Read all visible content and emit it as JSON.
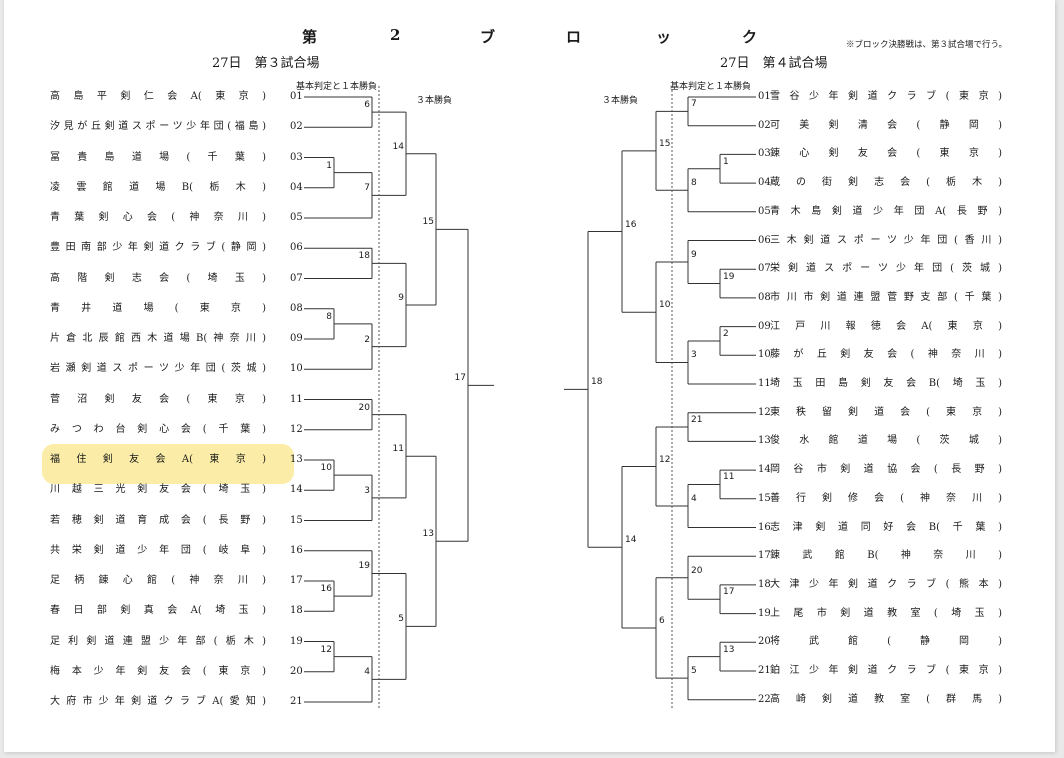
{
  "block": {
    "title_chars": [
      "第",
      "2",
      "ブ",
      "ロ",
      "ッ",
      "ク"
    ],
    "note": "※ブロック決勝戦は、第３試合場で行う。"
  },
  "left": {
    "venue": "27日　第３試合場",
    "header_basic": "基本判定と１本勝負",
    "header_three": "３本勝負",
    "teams": [
      {
        "name": "高島平剣仁会A(東京)",
        "num": "01"
      },
      {
        "name": "汐見が丘剣道スポーツ少年団(福島)",
        "num": "02"
      },
      {
        "name": "冨貴島道場(千葉)",
        "num": "03"
      },
      {
        "name": "凌雲館道場B(栃木)",
        "num": "04"
      },
      {
        "name": "青葉剣心会(神奈川)",
        "num": "05"
      },
      {
        "name": "豊田南部少年剣道クラブ(静岡)",
        "num": "06"
      },
      {
        "name": "高階剣志会(埼玉)",
        "num": "07"
      },
      {
        "name": "青井道場(東京)",
        "num": "08"
      },
      {
        "name": "片倉北辰館西木道場B(神奈川)",
        "num": "09"
      },
      {
        "name": "岩瀬剣道スポーツ少年団(茨城)",
        "num": "10"
      },
      {
        "name": "菅沼剣友会(東京)",
        "num": "11"
      },
      {
        "name": "みつわ台剣心会(千葉)",
        "num": "12"
      },
      {
        "name": "福住剣友会A(東京)",
        "num": "13"
      },
      {
        "name": "川越三光剣友会(埼玉)",
        "num": "14"
      },
      {
        "name": "若穂剣道育成会(長野)",
        "num": "15"
      },
      {
        "name": "共栄剣道少年団(岐阜)",
        "num": "16"
      },
      {
        "name": "足柄錬心館(神奈川)",
        "num": "17"
      },
      {
        "name": "春日部剣真会A(埼玉)",
        "num": "18"
      },
      {
        "name": "足利剣道連盟少年部(栃木)",
        "num": "19"
      },
      {
        "name": "梅本少年剣友会(東京)",
        "num": "20"
      },
      {
        "name": "大府市少年剣道クラブA(愛知)",
        "num": "21"
      }
    ]
  },
  "right": {
    "venue": "27日　第４試合場",
    "header_basic": "基本判定と１本勝負",
    "header_three": "３本勝負",
    "teams": [
      {
        "name": "雪谷少年剣道クラブ(東京)",
        "num": "01"
      },
      {
        "name": "可美剣清会(静岡)",
        "num": "02"
      },
      {
        "name": "錬心剣友会(東京)",
        "num": "03"
      },
      {
        "name": "蔵の街剣志会(栃木)",
        "num": "04"
      },
      {
        "name": "青木島剣道少年団A(長野)",
        "num": "05"
      },
      {
        "name": "三木剣道スポーツ少年団(香川)",
        "num": "06"
      },
      {
        "name": "栄剣道スポーツ少年団(茨城)",
        "num": "07"
      },
      {
        "name": "市川市剣道連盟菅野支部(千葉)",
        "num": "08"
      },
      {
        "name": "江戸川報徳会A(東京)",
        "num": "09"
      },
      {
        "name": "藤が丘剣友会(神奈川)",
        "num": "10"
      },
      {
        "name": "埼玉田島剣友会B(埼玉)",
        "num": "11"
      },
      {
        "name": "東秩留剣道会(東京)",
        "num": "12"
      },
      {
        "name": "俊水館道場(茨城)",
        "num": "13"
      },
      {
        "name": "岡谷市剣道協会(長野)",
        "num": "14"
      },
      {
        "name": "善行剣修会(神奈川)",
        "num": "15"
      },
      {
        "name": "志津剣道同好会B(千葉)",
        "num": "16"
      },
      {
        "name": "錬武館B(神奈川)",
        "num": "17"
      },
      {
        "name": "大津少年剣道クラブ(熊本)",
        "num": "18"
      },
      {
        "name": "上尾市剣道教室(埼玉)",
        "num": "19"
      },
      {
        "name": "将武館(静岡)",
        "num": "20"
      },
      {
        "name": "鉑江少年剣道クラブ(東京)",
        "num": "21"
      },
      {
        "name": "高崎剣道教室(群馬)",
        "num": "22"
      }
    ]
  },
  "match_numbers": {
    "left": [
      "6",
      "1",
      "7",
      "14",
      "18",
      "8",
      "2",
      "9",
      "15",
      "20",
      "10",
      "3",
      "11",
      "16",
      "19",
      "12",
      "4",
      "5",
      "13",
      "17"
    ],
    "right": [
      "7",
      "1",
      "8",
      "15",
      "19",
      "9",
      "2",
      "3",
      "10",
      "16",
      "21",
      "11",
      "4",
      "12",
      "17",
      "20",
      "13",
      "5",
      "6",
      "14",
      "18"
    ]
  }
}
